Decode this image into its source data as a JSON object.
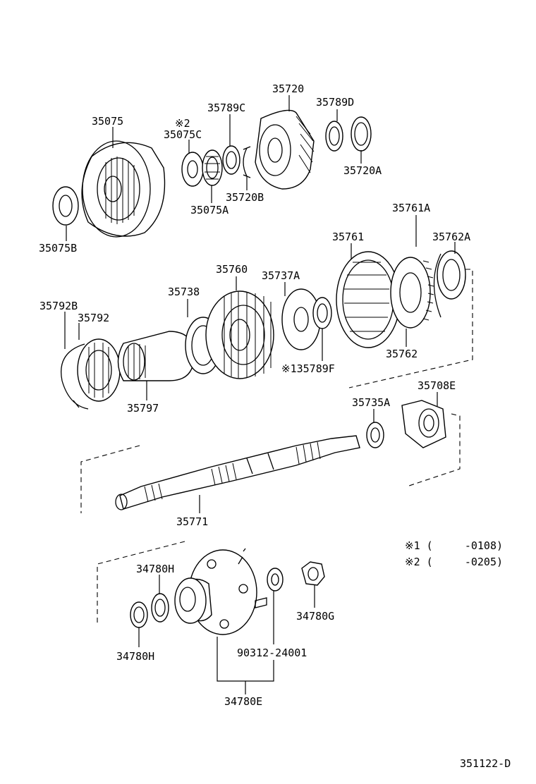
{
  "labels": {
    "p35075": "35075",
    "mark2_35075c": "※2",
    "p35075C": "35075C",
    "p35075B": "35075B",
    "p35075A": "35075A",
    "p35789C": "35789C",
    "p35720": "35720",
    "p35789D": "35789D",
    "p35720B": "35720B",
    "p35720A": "35720A",
    "p35761A": "35761A",
    "p35761": "35761",
    "p35762A": "35762A",
    "p35760": "35760",
    "p35737A": "35737A",
    "p35738": "35738",
    "p35792B": "35792B",
    "p35792": "35792",
    "p35789F": "※135789F",
    "p35762": "35762",
    "p35797": "35797",
    "p35735A": "35735A",
    "p35708E": "35708E",
    "p35771": "35771",
    "p34780H_top": "34780H",
    "p34780H_bottom": "34780H",
    "p34780G": "34780G",
    "p90312": "90312-24001",
    "p34780E": "34780E",
    "note1": "※1 (     -0108)",
    "note2": "※2 (     -0205)",
    "diagram_id": "351122-D"
  },
  "colors": {
    "line": "#000000",
    "background": "#ffffff",
    "shade": "#bdbdbd"
  }
}
